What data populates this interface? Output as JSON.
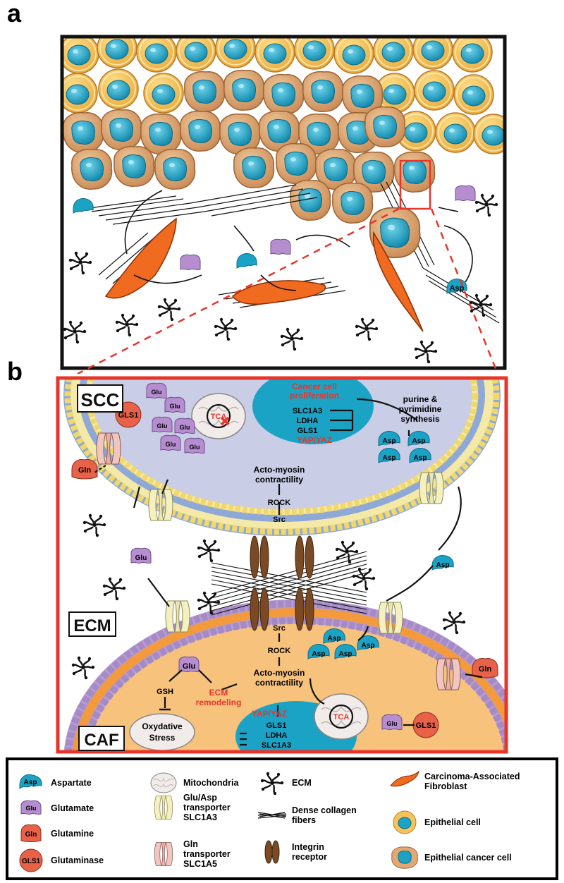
{
  "panels": {
    "a": "a",
    "b": "b"
  },
  "panel_b": {
    "scc_label": "SCC",
    "ecm_label": "ECM",
    "caf_label": "CAF",
    "scc": {
      "gls1": "GLS1",
      "glu": "Glu",
      "gln": "Gln",
      "tca": "TCA",
      "nucleus_title_1": "Cancer cell",
      "nucleus_title_2": "proliferation",
      "slc1a3": "SLC1A3",
      "ldha": "LDHA",
      "gls1_gene": "GLS1",
      "yap": "YAP/YAZ",
      "purine_1": "purine &",
      "purine_2": "pyrimidine",
      "purine_3": "synthesis",
      "asp": "Asp",
      "acto_1": "Acto-myosin",
      "acto_2": "contractility",
      "rock": "ROCK",
      "src": "Src"
    },
    "ecm": {
      "glu": "Glu",
      "asp": "Asp"
    },
    "caf": {
      "src": "Src",
      "rock": "ROCK",
      "acto_1": "Acto-myosin",
      "acto_2": "contractility",
      "glu": "Glu",
      "gsh": "GSH",
      "ecm_1": "ECM",
      "ecm_2": "remodeling",
      "stress_1": "Oxydative",
      "stress_2": "Stress",
      "yap": "YAP/YAZ",
      "gls1_gene": "GLS1",
      "ldha": "LDHA",
      "slc1a3": "SLC1A3",
      "asp": "Asp",
      "tca": "TCA",
      "gls1": "GLS1",
      "gln": "Gln"
    },
    "panel_a_asp": "Asp"
  },
  "legend": [
    {
      "icon": "aspartate",
      "abbr": "Asp",
      "text": "Aspartate"
    },
    {
      "icon": "glutamate",
      "abbr": "Glu",
      "text": "Glutamate"
    },
    {
      "icon": "glutamine",
      "abbr": "Gln",
      "text": "Glutamine"
    },
    {
      "icon": "glutaminase",
      "abbr": "GLS1",
      "text": "Glutaminase"
    },
    {
      "icon": "mitochondria",
      "abbr": "",
      "text": "Mitochondria"
    },
    {
      "icon": "glu-asp-transporter",
      "abbr": "",
      "text": "Glu/Asp\ntransporter\nSLC1A3"
    },
    {
      "icon": "gln-transporter",
      "abbr": "",
      "text": "Gln\ntransporter\nSLC1A5"
    },
    {
      "icon": "ecm",
      "abbr": "",
      "text": "ECM"
    },
    {
      "icon": "collagen",
      "abbr": "",
      "text": "Dense collagen\nfibers"
    },
    {
      "icon": "integrin",
      "abbr": "",
      "text": "Integrin\nreceptor"
    },
    {
      "icon": "caf",
      "abbr": "",
      "text": "Carcinoma-Associated\nFibroblast"
    },
    {
      "icon": "epithelial-cell",
      "abbr": "",
      "text": "Epithelial cell"
    },
    {
      "icon": "epithelial-cancer-cell",
      "abbr": "",
      "text": "Epithelial cancer cell"
    }
  ],
  "colors": {
    "nucleus": "#1ba3c6",
    "cancer_cell": "#e2a874",
    "epithelial_cell": "#f6c35a",
    "caf": "#f06a1f",
    "scc_cytoplasm": "#c9cde6",
    "caf_cytoplasm": "#f6c27c",
    "red_border": "#e8352a",
    "glutamate": "#b68ed0",
    "glutamine": "#e8624a",
    "accent_red": "#e8352a"
  }
}
